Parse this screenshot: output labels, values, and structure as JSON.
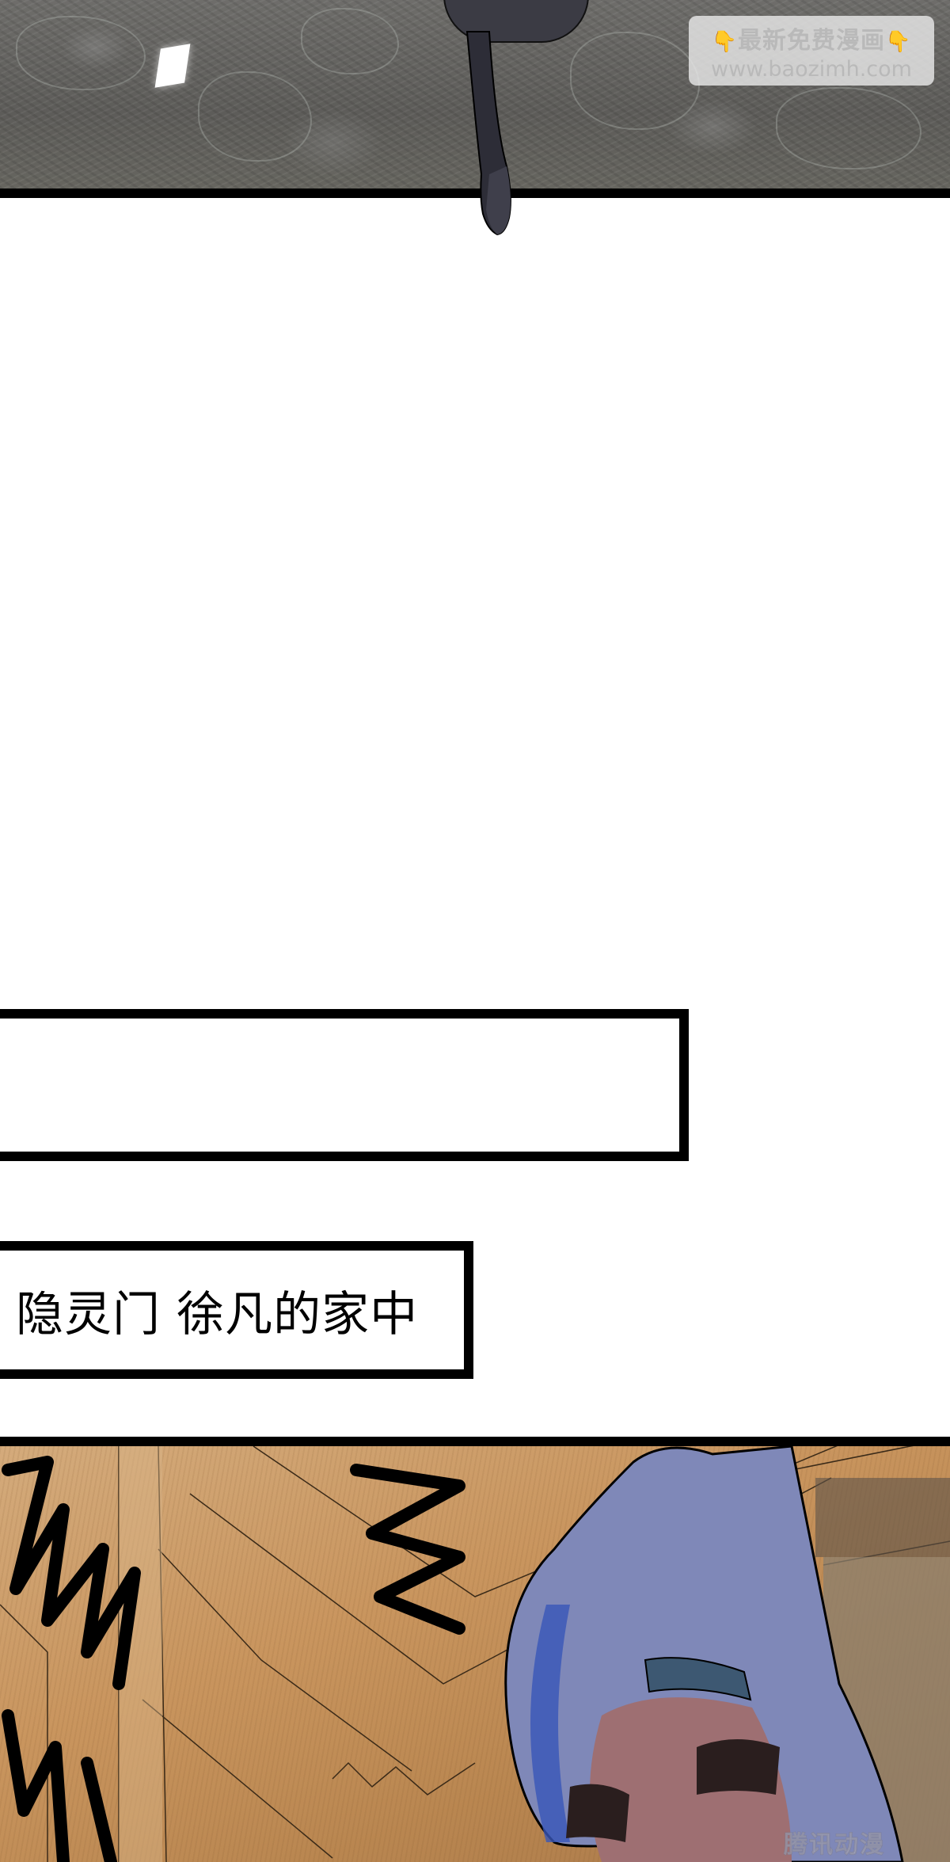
{
  "watermark_top": {
    "line1": "最新免费漫画",
    "line2": "www.baozimh.com",
    "left_icon": "👇",
    "right_icon": "👇"
  },
  "captions": {
    "empty_box_text": "",
    "location_text": "隐灵门 徐凡的家中"
  },
  "watermark_bottom": {
    "text": "腾讯动漫"
  },
  "colors": {
    "panel_border": "#000000",
    "stone": "#66655f",
    "wood": "#c9955e",
    "hair": "#7f88b8",
    "headband": "#3d5872",
    "skin": "#9e6f72"
  }
}
